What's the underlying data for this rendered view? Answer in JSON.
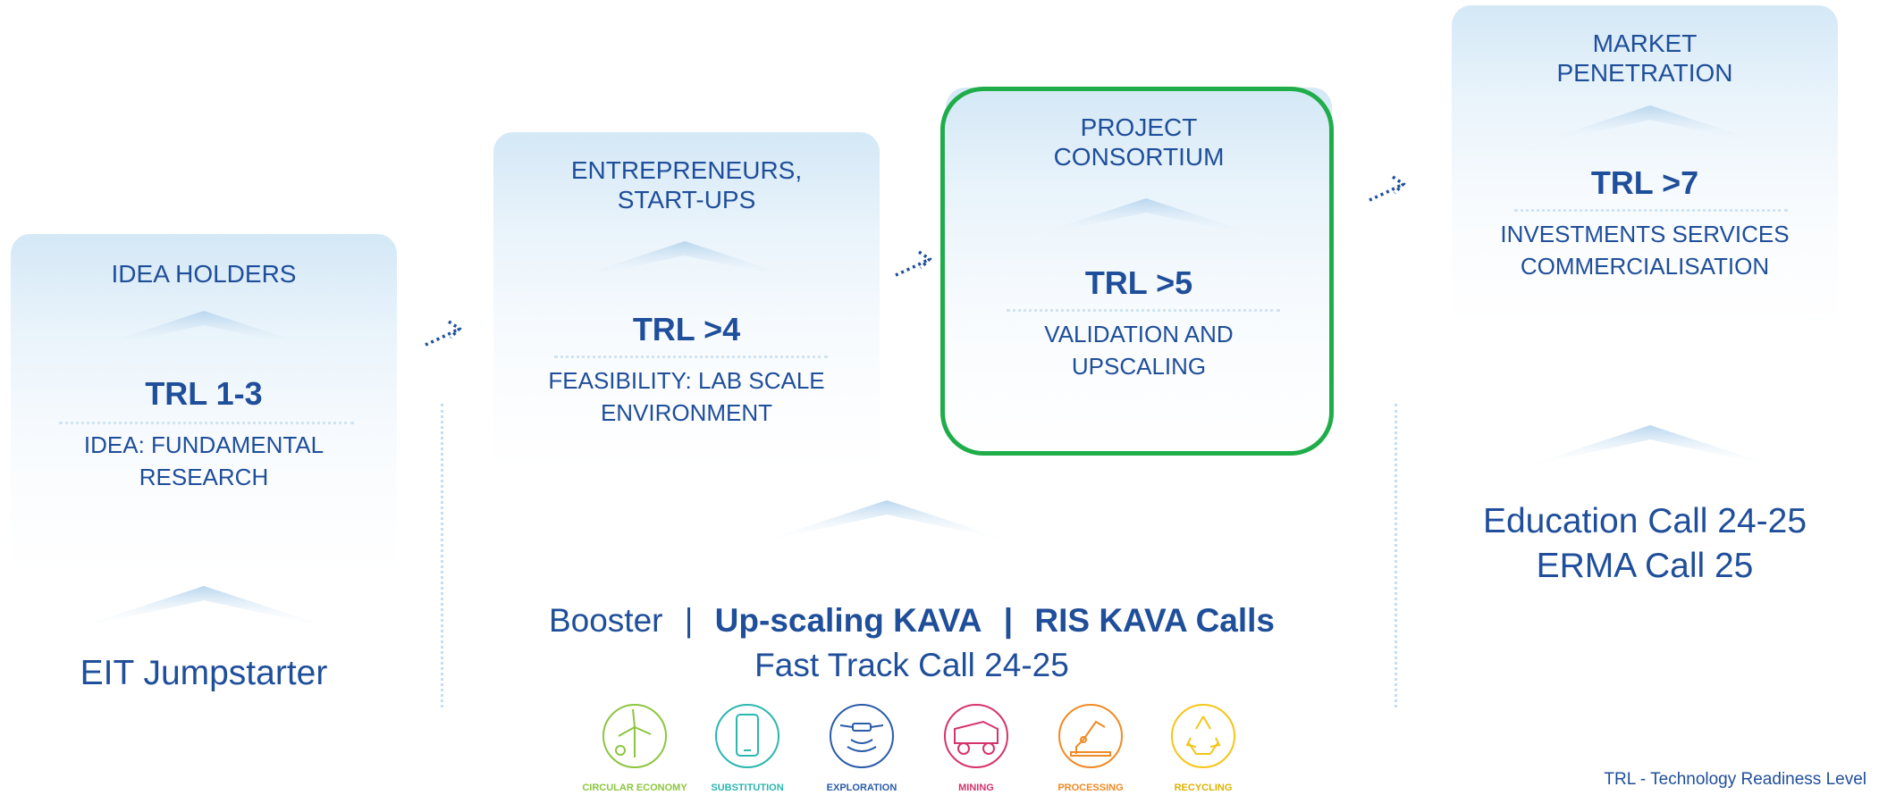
{
  "stages": [
    {
      "header": "IDEA HOLDERS",
      "trl": "TRL 1-3",
      "desc": [
        "IDEA: FUNDAMENTAL",
        "RESEARCH"
      ]
    },
    {
      "header_lines": [
        "ENTREPRENEURS,",
        "START-UPS"
      ],
      "trl": "TRL >4",
      "desc": [
        "FEASIBILITY: LAB SCALE",
        "ENVIRONMENT"
      ]
    },
    {
      "header_lines": [
        "PROJECT",
        "CONSORTIUM"
      ],
      "trl": "TRL >5",
      "desc": [
        "VALIDATION AND",
        "UPSCALING"
      ],
      "highlighted": true
    },
    {
      "header_lines": [
        "MARKET",
        "PENETRATION"
      ],
      "trl": "TRL >7",
      "desc": [
        "INVESTMENTS SERVICES",
        "COMMERCIALISATION"
      ]
    }
  ],
  "calls": {
    "jumpstarter": "EIT Jumpstarter",
    "booster": "Booster",
    "sep": "|",
    "upscaling": "Up-scaling KAVA",
    "ris": "RIS KAVA Calls",
    "fasttrack": "Fast Track Call 24-25",
    "education": "Education Call 24-25",
    "erma": "ERMA Call 25"
  },
  "themes": [
    {
      "label": "CIRCULAR ECONOMY",
      "icon": "wind-turbine-icon",
      "color": "#8cc63f"
    },
    {
      "label": "SUBSTITUTION",
      "icon": "smartphone-icon",
      "color": "#2bb6b0"
    },
    {
      "label": "EXPLORATION",
      "icon": "drone-icon",
      "color": "#2a5ba8"
    },
    {
      "label": "MINING",
      "icon": "mining-truck-icon",
      "color": "#d6336c"
    },
    {
      "label": "PROCESSING",
      "icon": "robot-arm-icon",
      "color": "#f08a24"
    },
    {
      "label": "RECYCLING",
      "icon": "recycle-icon",
      "color": "#f5c518"
    }
  ],
  "footnote": "TRL - Technology Readiness Level",
  "colors": {
    "text": "#1f4e9a",
    "highlight": "#1fad4a",
    "panel": "#d4e8f6"
  }
}
